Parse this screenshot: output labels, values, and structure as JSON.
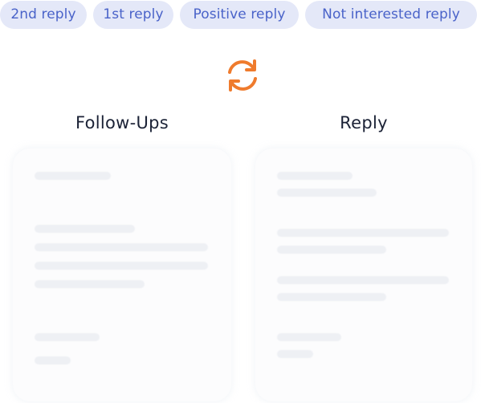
{
  "tags": [
    {
      "label": "2nd reply"
    },
    {
      "label": "1st reply"
    },
    {
      "label": "Positive reply"
    },
    {
      "label": "Not interested reply"
    }
  ],
  "icon": {
    "name": "sync-icon",
    "color": "#ef7b2d"
  },
  "columns": [
    {
      "title": "Follow-Ups"
    },
    {
      "title": "Reply"
    }
  ],
  "colors": {
    "pill_bg": "#e4e8f8",
    "pill_text": "#4a63c9",
    "title_text": "#1b2236",
    "skeleton": "#eef0f4"
  }
}
